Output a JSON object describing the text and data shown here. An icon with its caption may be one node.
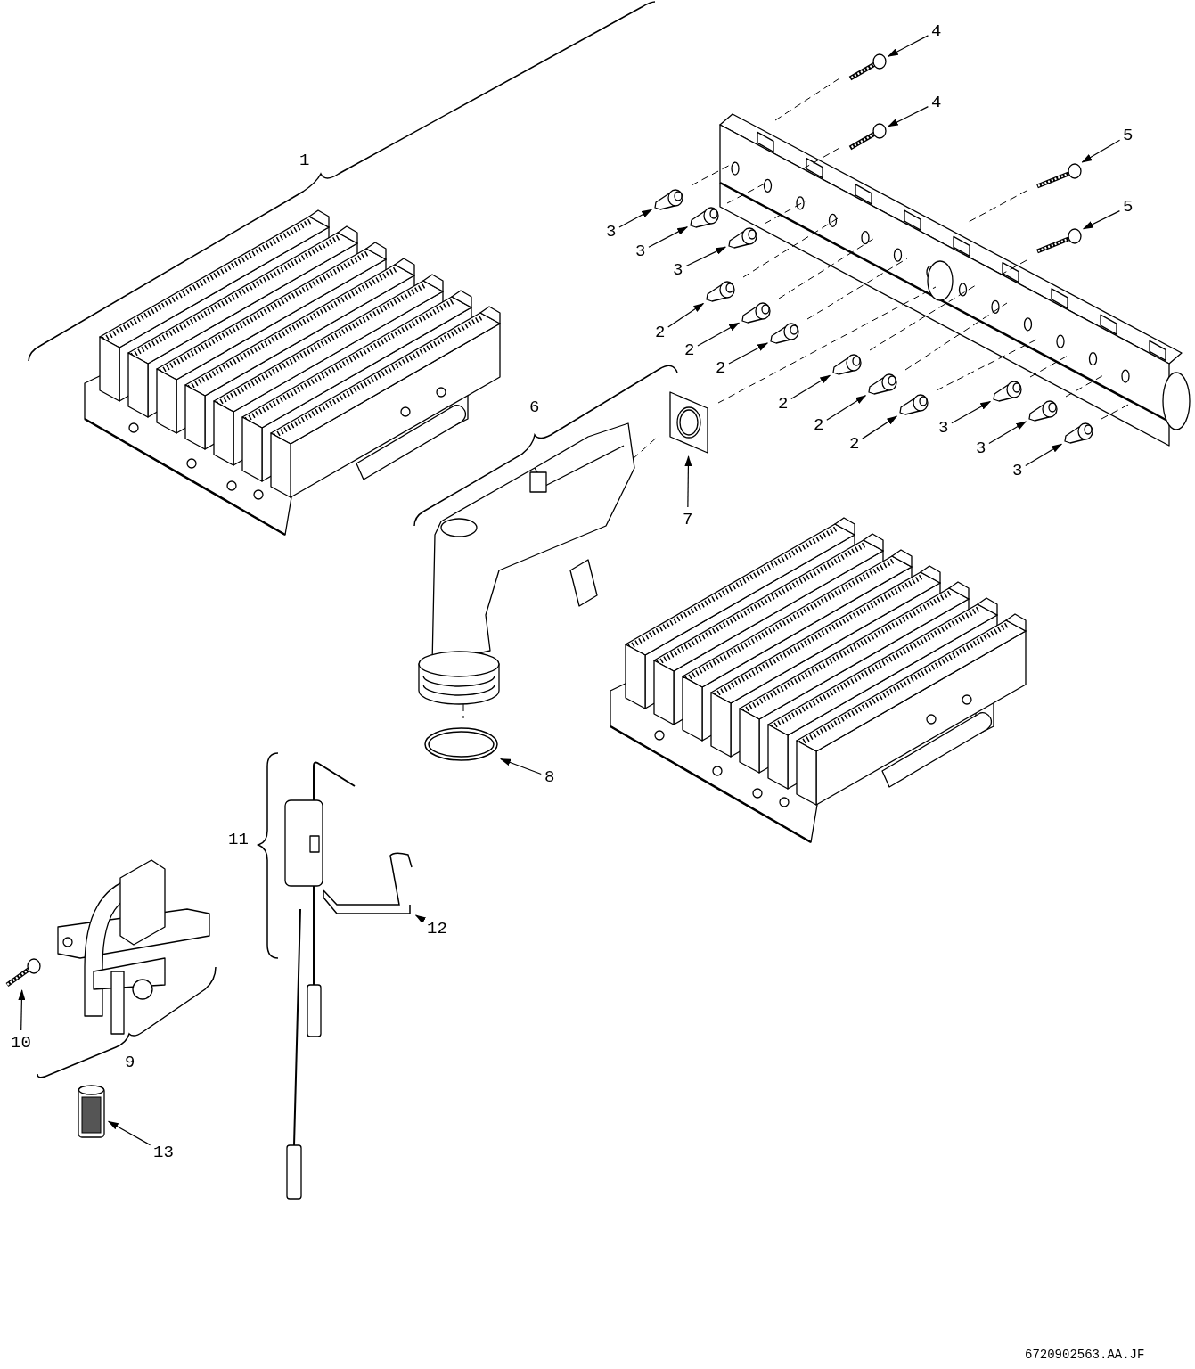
{
  "diagram": {
    "nodes": [
      {
        "text": [
          "4"
        ]
      },
      {
        "text": [],
        "shape": "picture"
      },
      {
        "text": [
          "4"
        ]
      },
      {
        "text": [],
        "shape": "picture"
      },
      {
        "text": [
          "5"
        ]
      },
      {
        "text": [],
        "shape": "picture"
      },
      {
        "text": [
          "5"
        ]
      },
      {
        "text": [],
        "shape": "picture"
      },
      {
        "text": [
          "3"
        ]
      },
      {
        "text": [],
        "shape": "picture"
      },
      {
        "text": [
          "3"
        ]
      },
      {
        "text": [],
        "shape": "picture"
      },
      {
        "text": [
          "3"
        ]
      },
      {
        "text": [],
        "shape": "picture"
      },
      {
        "text": [
          "2"
        ]
      },
      {
        "text": [],
        "shape": "picture"
      },
      {
        "text": [
          "2"
        ]
      },
      {
        "text": [],
        "shape": "picture"
      },
      {
        "text": [
          "2"
        ]
      },
      {
        "text": [],
        "shape": "picture"
      },
      {
        "text": [
          "2"
        ]
      },
      {
        "text": [],
        "shape": "picture"
      },
      {
        "text": [
          "2"
        ]
      },
      {
        "text": [],
        "shape": "picture"
      },
      {
        "text": [
          "2"
        ]
      },
      {
        "text": [],
        "shape": "picture"
      },
      {
        "text": [
          "3"
        ]
      },
      {
        "text": [],
        "shape": "picture"
      },
      {
        "text": [
          "3"
        ]
      },
      {
        "text": [],
        "shape": "picture"
      },
      {
        "text": [
          "3"
        ]
      },
      {
        "text": [],
        "shape": "picture"
      },
      {
        "text": [
          "7"
        ]
      },
      {
        "text": [],
        "shape": "picture"
      },
      {
        "text": [
          "8"
        ]
      },
      {
        "text": [],
        "shape": "picture"
      },
      {
        "text": [
          "10"
        ]
      },
      {
        "text": [],
        "shape": "picture"
      },
      {
        "text": [
          "12"
        ]
      },
      {
        "text": [],
        "shape": "picture"
      },
      {
        "text": [
          "13"
        ]
      },
      {
        "text": [],
        "shape": "picture"
      }
    ],
    "edges": [
      {
        "from": 0,
        "to": 1,
        "arrow": "to"
      },
      {
        "from": 2,
        "to": 3,
        "arrow": "to"
      },
      {
        "from": 4,
        "to": 5,
        "arrow": "to"
      },
      {
        "from": 6,
        "to": 7,
        "arrow": "to"
      },
      {
        "from": 8,
        "to": 9,
        "arrow": "to"
      },
      {
        "from": 10,
        "to": 11,
        "arrow": "to"
      },
      {
        "from": 12,
        "to": 13,
        "arrow": "to"
      },
      {
        "from": 14,
        "to": 15,
        "arrow": "to"
      },
      {
        "from": 16,
        "to": 17,
        "arrow": "to"
      },
      {
        "from": 18,
        "to": 19,
        "arrow": "to"
      },
      {
        "from": 20,
        "to": 21,
        "arrow": "to"
      },
      {
        "from": 22,
        "to": 23,
        "arrow": "to"
      },
      {
        "from": 24,
        "to": 25,
        "arrow": "to"
      },
      {
        "from": 26,
        "to": 27,
        "arrow": "to"
      },
      {
        "from": 28,
        "to": 29,
        "arrow": "to"
      },
      {
        "from": 30,
        "to": 31,
        "arrow": "to"
      },
      {
        "from": 32,
        "to": 33,
        "arrow": "to"
      },
      {
        "from": 34,
        "to": 35,
        "arrow": "to"
      },
      {
        "from": 36,
        "to": 37,
        "arrow": "to"
      },
      {
        "from": 38,
        "to": 39,
        "arrow": "to"
      },
      {
        "from": 40,
        "to": 41,
        "arrow": "to"
      }
    ],
    "labels": [
      "1",
      "6",
      "11",
      "9",
      "6720902563.AA.JF"
    ]
  }
}
